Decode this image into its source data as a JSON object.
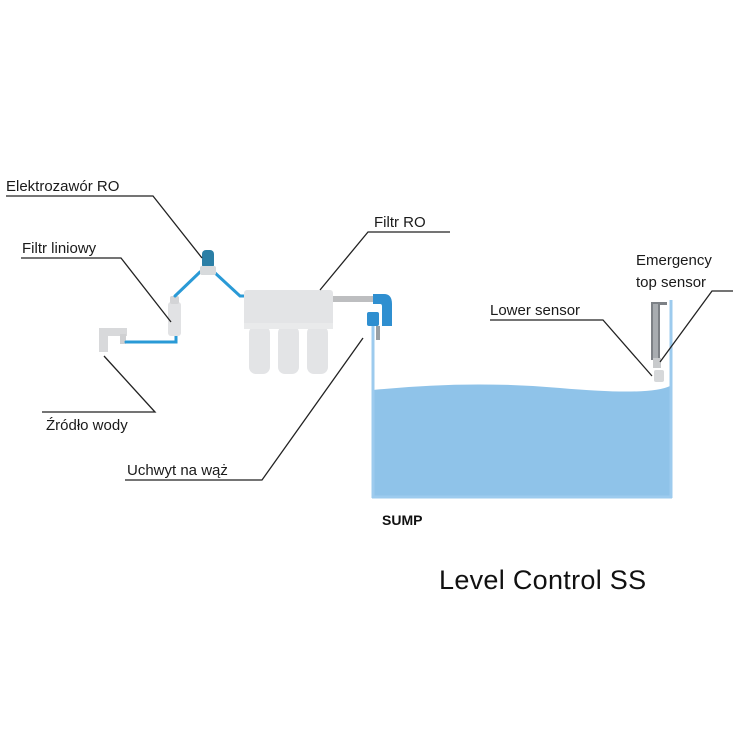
{
  "labels": {
    "solenoid_valve": "Elektrozawór RO",
    "inline_filter": "Filtr liniowy",
    "ro_filter": "Filtr RO",
    "water_source": "Źródło wody",
    "hose_holder": "Uchwyt na wąż",
    "lower_sensor": "Lower sensor",
    "emergency_line1": "Emergency",
    "emergency_line2": "top sensor",
    "sump": "SUMP"
  },
  "title": "Level Control SS",
  "colors": {
    "pipe": "#2a9ad6",
    "water": "#8fc3e9",
    "tank_wall": "#9dcbee",
    "valve": "#2b7fa6",
    "filter": "#e3e4e6",
    "elbow": "#2f8fd0"
  }
}
